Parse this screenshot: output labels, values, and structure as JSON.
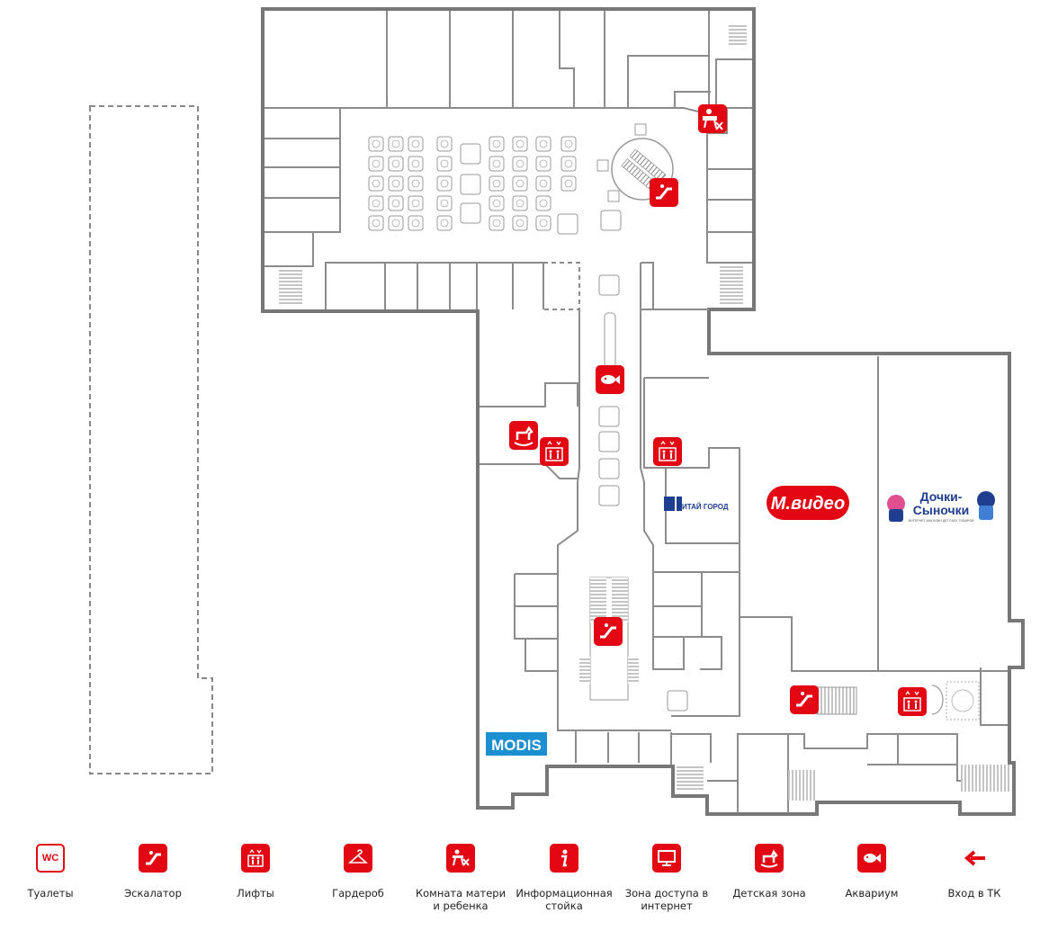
{
  "stores": {
    "mvideo": "М.видео",
    "dochki_line1": "Дочки-",
    "dochki_line2": "Сыночки",
    "dochki_tag": "ИНТЕРНЕТ-МАГАЗИН ДЕТСКИХ ТОВАРОВ",
    "chitai": "ЧИТАЙ ГОРОД",
    "modis": "MODIS"
  },
  "legend": {
    "wc_icon_text": "WC",
    "items": [
      {
        "icon": "wc-icon",
        "label": "Туалеты"
      },
      {
        "icon": "escalator-icon",
        "label": "Эскалатор"
      },
      {
        "icon": "elevator-icon",
        "label": "Лифты"
      },
      {
        "icon": "hanger-icon",
        "label": "Гардероб"
      },
      {
        "icon": "mother-child-icon",
        "label": "Комната матери\nи ребенка"
      },
      {
        "icon": "info-icon",
        "label": "Информационная\nстойка"
      },
      {
        "icon": "computer-icon",
        "label": "Зона доступа в\nинтернет"
      },
      {
        "icon": "rocking-horse-icon",
        "label": "Детская зона"
      },
      {
        "icon": "fish-icon",
        "label": "Аквариум"
      },
      {
        "icon": "entrance-arrow-icon",
        "label": "Вход в ТК"
      }
    ]
  },
  "colors": {
    "accent": "#e30613",
    "wall": "#7a7a7a",
    "partition": "#8c8c8c",
    "modis": "#1c8fd1"
  }
}
